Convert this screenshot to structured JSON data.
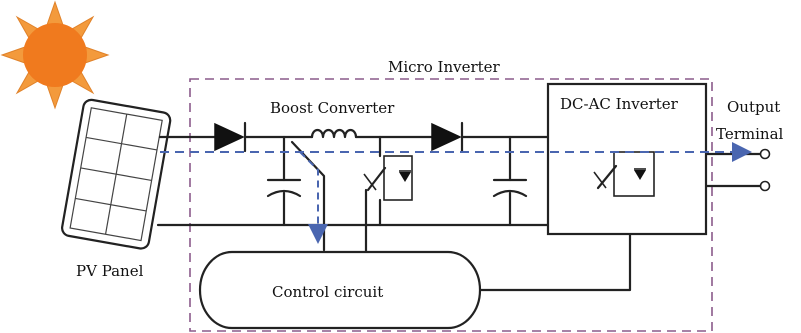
{
  "labels": {
    "micro_inverter": "Micro Inverter",
    "boost_converter": "Boost Converter",
    "dc_ac_inverter": "DC-AC Inverter",
    "output_line1": "Output",
    "output_line2": "Terminal",
    "pv_panel": "PV Panel",
    "control_circuit": "Control circuit"
  },
  "colors": {
    "sun_fill": "#f07a1e",
    "sun_rays": "#f39a3c",
    "dashed_box": "#8a5a8a",
    "power_flow": "#4a66b0",
    "wire": "#222222"
  }
}
